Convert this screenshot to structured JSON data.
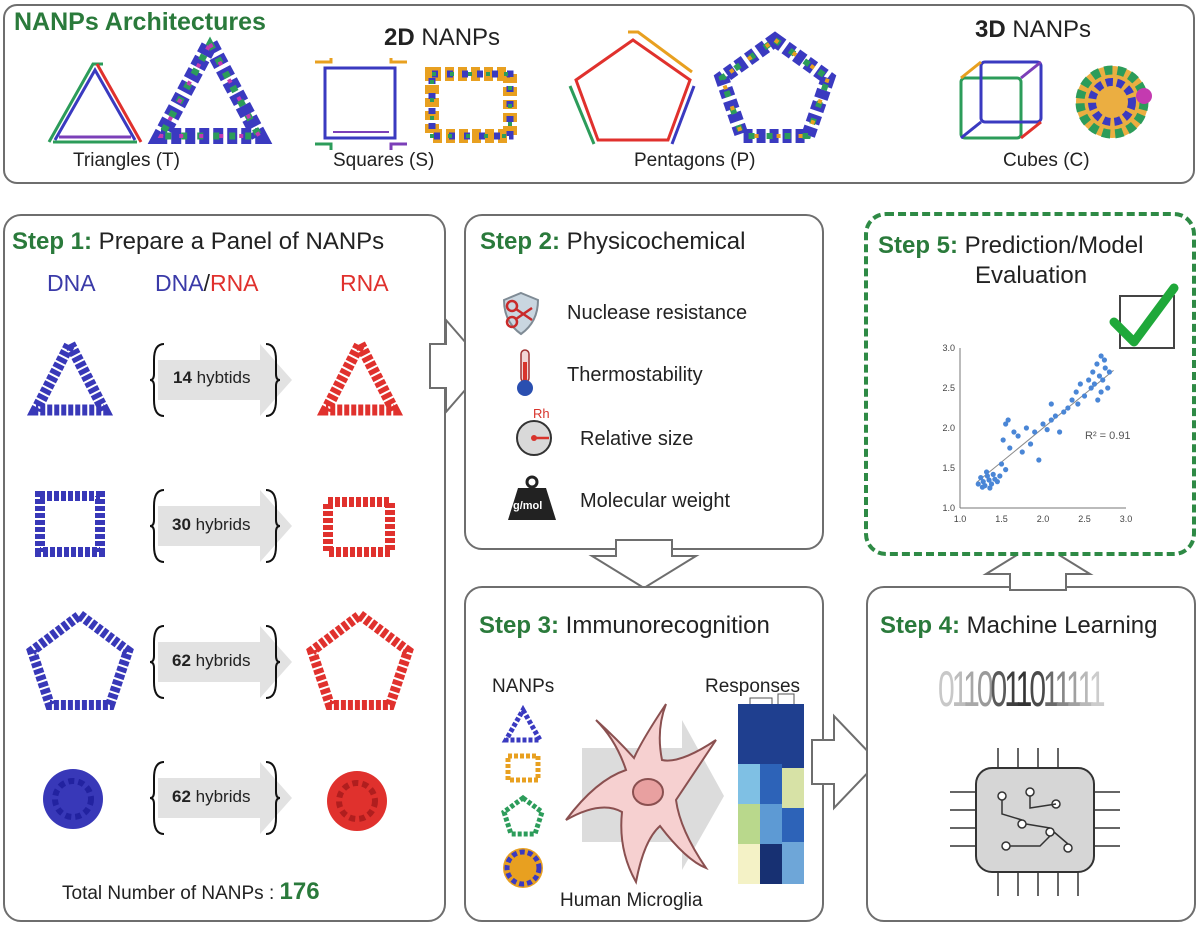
{
  "architectures": {
    "title": "NANPs Architectures",
    "twod_bold": "2D",
    "twod_rest": " NANPs",
    "threed_bold": "3D",
    "threed_rest": " NANPs",
    "shapes": [
      "Triangles (T)",
      "Squares (S)",
      "Pentagons (P)",
      "Cubes (C)"
    ]
  },
  "step1": {
    "label": "Step 1:",
    "title": " Prepare a Panel of NANPs",
    "col_dna": "DNA",
    "col_hybrid_dna": "DNA",
    "col_hybrid_sep": "/",
    "col_hybrid_rna": "RNA",
    "col_rna": "RNA",
    "rows": [
      {
        "count": "14",
        "word": " hybtids"
      },
      {
        "count": "30",
        "word": " hybrids"
      },
      {
        "count": "62",
        "word": " hybrids"
      },
      {
        "count": "62",
        "word": " hybrids"
      }
    ],
    "total_label": "Total Number of NANPs : ",
    "total_value": "176"
  },
  "step2": {
    "label": "Step 2:",
    "title": " Physicochemical",
    "items": [
      "Nuclease resistance",
      "Thermostability",
      "Relative size",
      "Molecular weight"
    ],
    "rh_label": "Rh",
    "weight_label": "g/mol"
  },
  "step3": {
    "label": "Step 3:",
    "title": " Immunorecognition",
    "nanps_label": "NANPs",
    "responses_label": "Responses",
    "cell_label": "Human Microglia"
  },
  "step4": {
    "label": "Step 4:",
    "title": " Machine Learning",
    "binary": "0110011011111"
  },
  "step5": {
    "label": "Step 5:",
    "title_line1": " Prediction/Model",
    "title_line2": "Evaluation",
    "r2_text": "R² = 0.91"
  },
  "colors": {
    "green_accent": "#2a7a3b",
    "dna_blue": "#3a3aa8",
    "rna_red": "#e0312d",
    "scatter_blue": "#4a86d6"
  },
  "chart_data": {
    "type": "scatter",
    "x_ticks": [
      "1.0",
      "1.5",
      "2.0",
      "2.5",
      "3.0"
    ],
    "y_ticks": [
      "1.0",
      "1.5",
      "2.0",
      "2.5",
      "3.0"
    ],
    "xlim": [
      1.0,
      3.0
    ],
    "ylim": [
      1.0,
      3.0
    ],
    "trend": [
      [
        1.2,
        1.32
      ],
      [
        2.85,
        2.72
      ]
    ],
    "points": [
      [
        1.22,
        1.3
      ],
      [
        1.25,
        1.38
      ],
      [
        1.28,
        1.33
      ],
      [
        1.3,
        1.28
      ],
      [
        1.33,
        1.4
      ],
      [
        1.35,
        1.35
      ],
      [
        1.38,
        1.3
      ],
      [
        1.4,
        1.42
      ],
      [
        1.42,
        1.36
      ],
      [
        1.45,
        1.33
      ],
      [
        1.27,
        1.26
      ],
      [
        1.32,
        1.45
      ],
      [
        1.48,
        1.4
      ],
      [
        1.5,
        1.55
      ],
      [
        1.55,
        1.48
      ],
      [
        1.36,
        1.25
      ],
      [
        1.52,
        1.85
      ],
      [
        1.55,
        2.05
      ],
      [
        1.6,
        1.75
      ],
      [
        1.65,
        1.95
      ],
      [
        1.58,
        2.1
      ],
      [
        1.7,
        1.9
      ],
      [
        1.75,
        1.7
      ],
      [
        1.8,
        2.0
      ],
      [
        1.85,
        1.8
      ],
      [
        1.9,
        1.95
      ],
      [
        2.0,
        2.05
      ],
      [
        2.05,
        1.98
      ],
      [
        2.1,
        2.1
      ],
      [
        2.15,
        2.15
      ],
      [
        2.2,
        1.95
      ],
      [
        2.25,
        2.2
      ],
      [
        2.3,
        2.25
      ],
      [
        2.35,
        2.35
      ],
      [
        2.4,
        2.45
      ],
      [
        2.42,
        2.3
      ],
      [
        2.45,
        2.55
      ],
      [
        2.5,
        2.4
      ],
      [
        2.55,
        2.6
      ],
      [
        2.58,
        2.5
      ],
      [
        2.6,
        2.7
      ],
      [
        2.62,
        2.55
      ],
      [
        2.65,
        2.8
      ],
      [
        2.68,
        2.65
      ],
      [
        2.7,
        2.9
      ],
      [
        2.72,
        2.6
      ],
      [
        2.75,
        2.75
      ],
      [
        2.78,
        2.5
      ],
      [
        2.7,
        2.45
      ],
      [
        2.8,
        2.7
      ],
      [
        2.66,
        2.35
      ],
      [
        2.74,
        2.85
      ],
      [
        1.95,
        1.6
      ],
      [
        2.1,
        2.3
      ]
    ]
  }
}
